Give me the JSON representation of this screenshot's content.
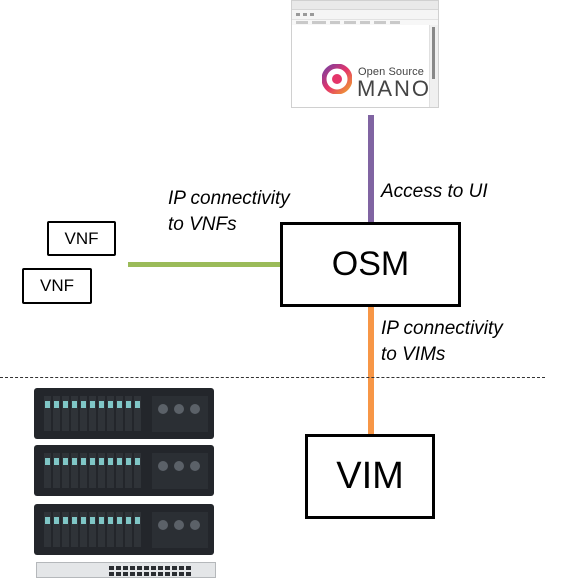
{
  "browser": {
    "logo_line1": "Open Source",
    "logo_line2": "MANO",
    "logo_icon": "osm-logo-icon"
  },
  "boxes": {
    "osm": "OSM",
    "vim": "VIM",
    "vnf1": "VNF",
    "vnf2": "VNF"
  },
  "labels": {
    "access_ui": "Access to UI",
    "vnfs_line1": "IP connectivity",
    "vnfs_line2": "to VNFs",
    "vims_line1": "IP connectivity",
    "vims_line2": "to VIMs"
  },
  "colors": {
    "ui_link": "#8064a2",
    "vnf_link": "#9bbb59",
    "vim_link": "#f79646"
  }
}
